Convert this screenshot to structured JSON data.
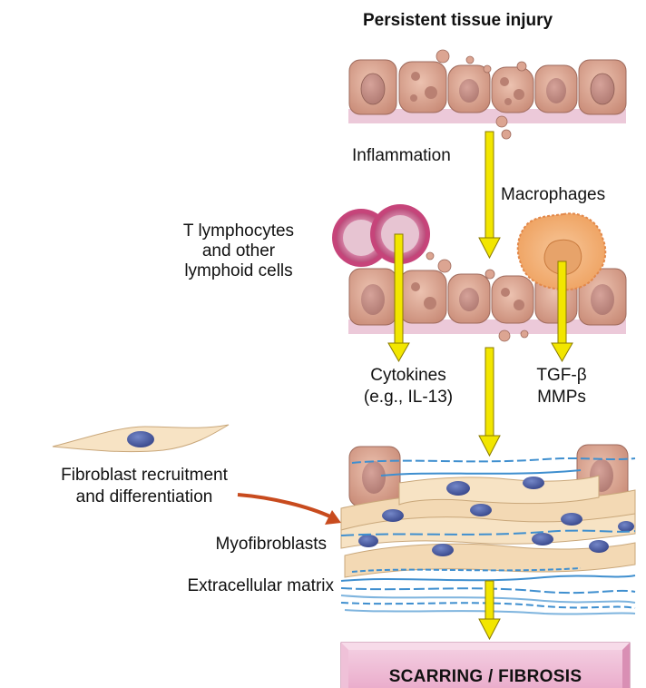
{
  "diagram": {
    "title": "Persistent tissue injury",
    "labels": {
      "inflammation": "Inflammation",
      "macrophages": "Macrophages",
      "t_lymphocytes": [
        "T lymphocytes",
        "and other",
        "lymphoid cells"
      ],
      "cytokines": [
        "Cytokines",
        "(e.g., IL-13)"
      ],
      "tgf": [
        "TGF-β",
        "MMPs"
      ],
      "fibroblast": [
        "Fibroblast recruitment",
        "and differentiation"
      ],
      "myofibroblasts": "Myofibroblasts",
      "ecm": "Extracellular matrix"
    },
    "outcome": "SCARRING / FIBROSIS",
    "colors": {
      "arrow_fill": "#f2e600",
      "arrow_stroke": "#8a7a00",
      "epithelial_cell": "#d9a08d",
      "basement": "#ecc9d9",
      "macrophage": "#f3b27a",
      "lymphocyte": "#c6447a",
      "fibroblast": "#f7e3c4",
      "nucleus": "#4c5ea3",
      "fiber": "#3f8fcf",
      "outcome_box": "#f0c0da",
      "curved_arrow": "#c84b1e"
    }
  }
}
